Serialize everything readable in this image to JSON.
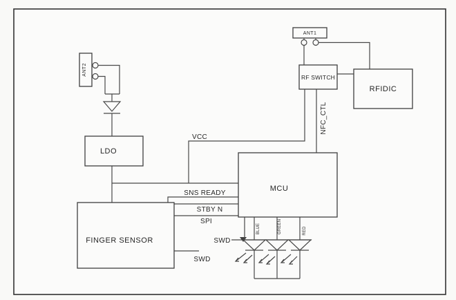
{
  "diagram": {
    "blocks": {
      "ant2": "ANT2",
      "ant1": "ANT1",
      "rf_switch": "RF SWITCH",
      "rfid_ic": "RFIDIC",
      "ldo": "LDO",
      "mcu": "MCU",
      "finger_sensor": "FINGER SENSOR"
    },
    "signals": {
      "vcc": "VCC",
      "sns_ready": "SNS READY",
      "stby_n": "STBY N",
      "spi": "SPI",
      "swd_mcu": "SWD",
      "swd_sensor": "SWD",
      "nfc_ctl": "NFC_CTL"
    },
    "leds": {
      "blue": "BLUE",
      "green": "GREEN",
      "red": "RED"
    },
    "colors": {
      "line": "#3f3f3f",
      "text": "#262626",
      "paper": "#f9f9f7"
    }
  }
}
